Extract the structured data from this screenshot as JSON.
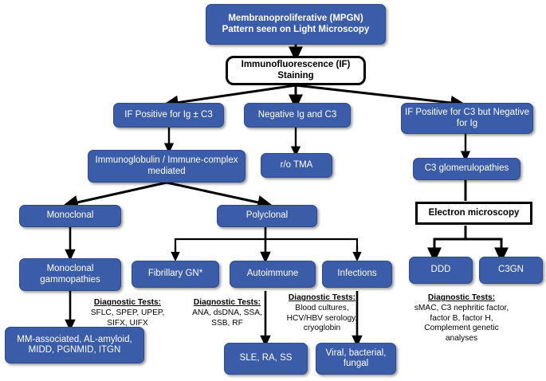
{
  "diagram": {
    "title": "Membranoproliferative (MPGN) diagnostic algorithm",
    "accent_blue": "#3b5ca8",
    "text_on_blue": "#ffffff",
    "line_color": "#000000"
  },
  "nodes": {
    "root": "Membranoproliferative (MPGN)\nPattern seen on Light Microscopy",
    "root_line1": "Membranoproliferative (MPGN)",
    "root_line2": "Pattern seen on Light Microscopy",
    "if_staining_line1": "Immunofluorescence (IF)",
    "if_staining_line2": "Staining",
    "if_pos_ig": "IF Positive for Ig ± C3",
    "neg_ig_c3": "Negative Ig and C3",
    "if_pos_c3_line1": "IF Positive for C3 but Negative",
    "if_pos_c3_line2": "for Ig",
    "immunoglobulin_line1": "Immunoglobulin / Immune-complex",
    "immunoglobulin_line2": "mediated",
    "ro_tma": "r/o TMA",
    "c3_glomerulopathies": "C3 glomerulopathies",
    "monoclonal": "Monoclonal",
    "polyclonal": "Polyclonal",
    "electron_microscopy": "Electron microscopy",
    "monoclonal_gammopathies_line1": "Monoclonal",
    "monoclonal_gammopathies_line2": "gammopathies",
    "fibrillary_gn": "Fibrillary GN*",
    "autoimmune": "Autoimmune",
    "infections": "Infections",
    "ddd": "DDD",
    "c3gn": "C3GN",
    "mm_associated_line1": "MM-associated, AL-amyloid,",
    "mm_associated_line2": "MIDD, PGNMID, ITGN",
    "sle_ra_ss": "SLE, RA, SS",
    "viral_line1": "Viral, bacterial,",
    "viral_line2": "fungal"
  },
  "notes": {
    "heading": "Diagnostic Tests:",
    "monoclonal_tests_line1": "SFLC, SPEP, UPEP,",
    "monoclonal_tests_line2": "SIFX, UIFX",
    "fibrillary_tests_line1": "ANA, dsDNA, SSA,",
    "fibrillary_tests_line2": "SSB, RF",
    "infections_tests_line1": "Blood cultures,",
    "infections_tests_line2": "HCV/HBV serology,",
    "infections_tests_line3": "cryoglobin",
    "c3_tests_line1": "sMAC, C3  nephritic factor,",
    "c3_tests_line2": "factor B, factor H,",
    "c3_tests_line3": "Complement genetic",
    "c3_tests_line4": "analyses"
  }
}
